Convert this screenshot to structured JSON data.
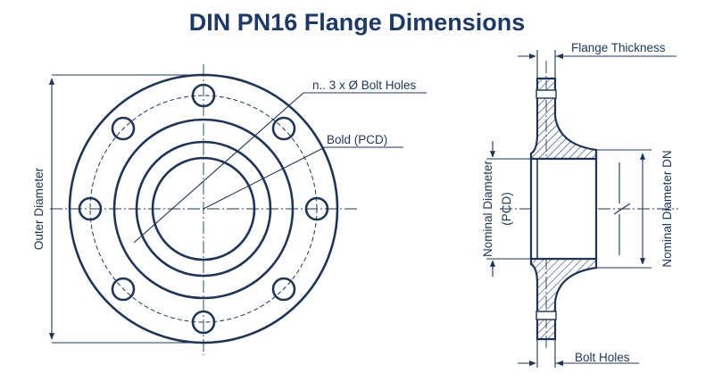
{
  "title": "DIN PN16 Flange Dimensions",
  "colors": {
    "title": "#1e3a64",
    "line": "#1f3556",
    "text": "#1f3556",
    "hatch": "#2a3f60"
  },
  "labels": {
    "outer_diameter": "Outer Diameter",
    "bolt_holes_count": "n.. 3 x Ø Bolt Holes",
    "bold_pcd": "Bold (PCD)",
    "flange_thickness": "Flange Thickness",
    "nominal_diameter_line1": "Nominal Diameter",
    "nominal_diameter_line2": "(PCD)",
    "nominal_diameter_dn": "Nominal Diameter DN",
    "bolt_holes": "Bolt Holes"
  }
}
